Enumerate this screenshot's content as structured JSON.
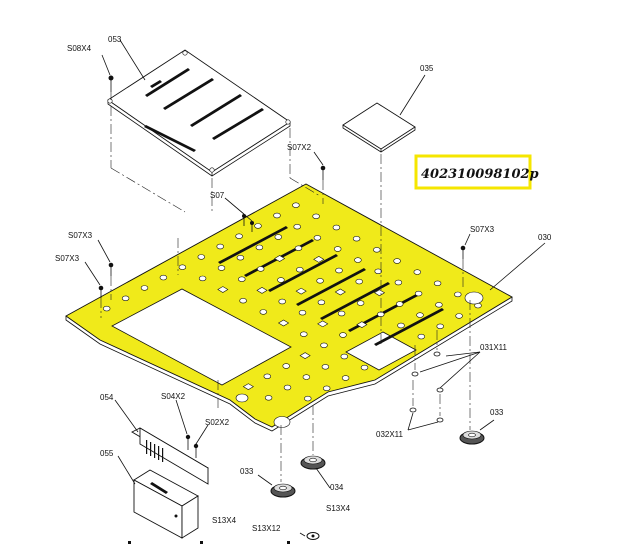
{
  "serial_tag": {
    "text": "40231009810​2p",
    "border_color": "#f5e600"
  },
  "plate_color": "#f0ea1a",
  "labels": {
    "p053": "053",
    "s08x4": "S08X4",
    "p035": "035",
    "s07x2": "S07X2",
    "s07": "S07",
    "s07x3_left_a": "S07X3",
    "s07x3_left_b": "S07X3",
    "s07x3_right": "S07X3",
    "p030": "030",
    "p031x11": "031X11",
    "p032x11": "032X11",
    "p033_right": "033",
    "p054": "054",
    "s04x2": "S04X2",
    "s02x2": "S02X2",
    "p055": "055",
    "p033_left": "033",
    "p034": "034",
    "s13x4_a": "S13X4",
    "s13x12": "S13X12",
    "s13x4_b": "S13X4"
  }
}
